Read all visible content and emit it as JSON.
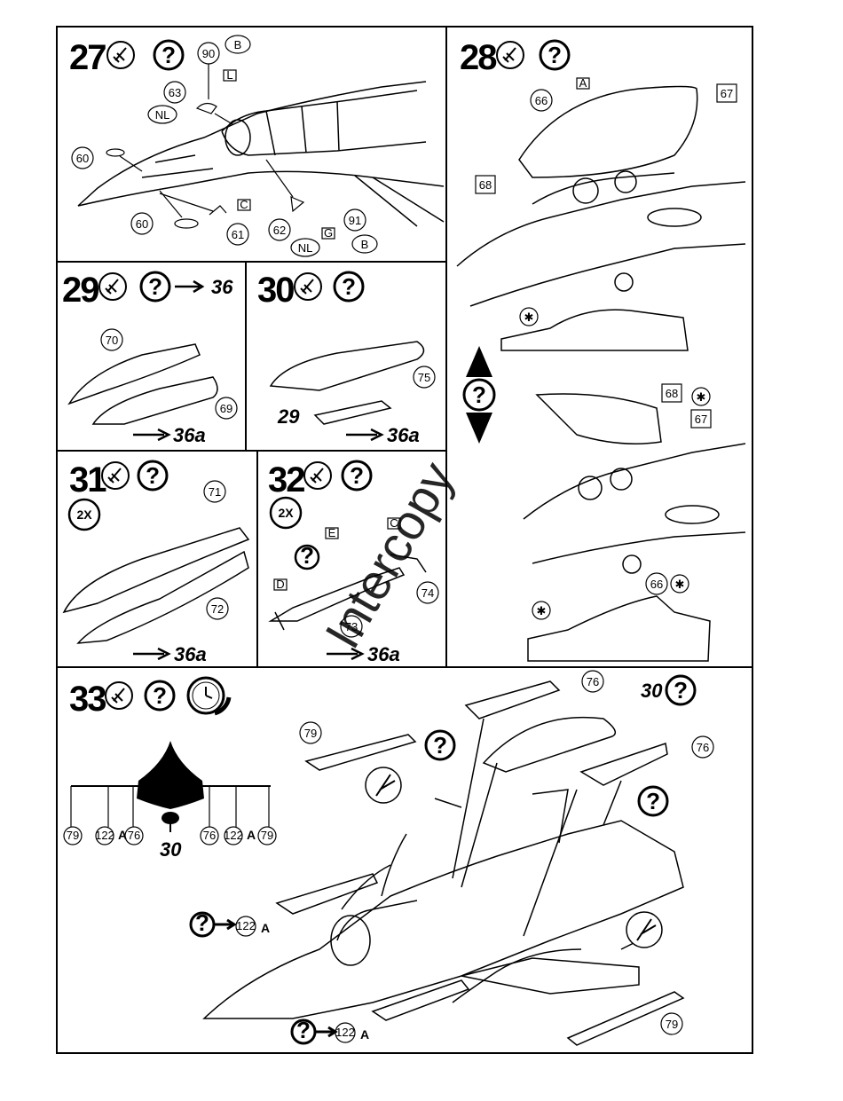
{
  "watermark": "Intercopy",
  "steps": {
    "s27": {
      "number": "27",
      "q": "?",
      "parts": [
        "90",
        "63",
        "60",
        "60",
        "61",
        "62",
        "91"
      ],
      "decals": [
        "L",
        "C",
        "G"
      ],
      "badges": [
        "B",
        "NL",
        "NL",
        "B"
      ]
    },
    "s28": {
      "number": "28",
      "q": "?",
      "parts": [
        "66",
        "67",
        "68",
        "68",
        "67",
        "66"
      ],
      "decals": [
        "A"
      ],
      "star": "✱",
      "nav_q": "?"
    },
    "s29": {
      "number": "29",
      "q": "?",
      "goto": "36",
      "parts": [
        "70",
        "69"
      ],
      "goto_bottom": "36a"
    },
    "s30": {
      "number": "30",
      "q": "?",
      "parts": [
        "75"
      ],
      "ref": "29",
      "goto_bottom": "36a"
    },
    "s31": {
      "number": "31",
      "q": "?",
      "qty": "2X",
      "parts": [
        "71",
        "72"
      ],
      "goto_bottom": "36a"
    },
    "s32": {
      "number": "32",
      "q": "?",
      "qty": "2X",
      "parts": [
        "74",
        "73"
      ],
      "decals": [
        "E",
        "C",
        "D"
      ],
      "goto_bottom": "36a"
    },
    "s33": {
      "number": "33",
      "q": "?",
      "ref": "30",
      "parts": [
        "76",
        "76",
        "79",
        "79",
        "122",
        "122",
        "79",
        "76",
        "76",
        "122",
        "122",
        "79"
      ],
      "suffix": "A",
      "ref30": "30"
    }
  }
}
